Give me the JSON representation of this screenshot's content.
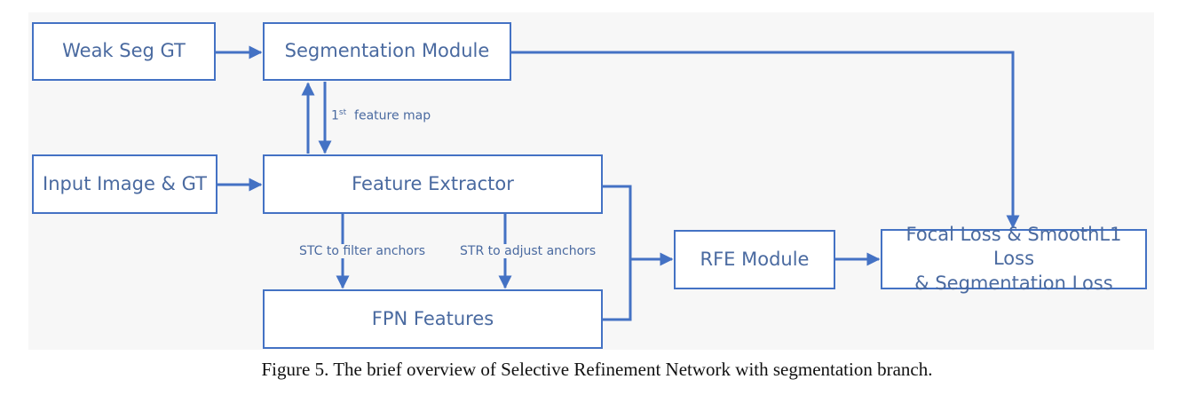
{
  "nodes": {
    "weak_seg_gt": "Weak Seg GT",
    "segmentation_module": "Segmentation Module",
    "input_image_gt": "Input Image & GT",
    "feature_extractor": "Feature Extractor",
    "fpn_features": "FPN Features",
    "rfe_module": "RFE Module",
    "loss_line1": "Focal Loss & SmoothL1 Loss",
    "loss_line2": "& Segmentation Loss"
  },
  "edge_labels": {
    "feature_map_num": "1",
    "feature_map_sup": "st",
    "feature_map_text": "feature map",
    "stc": "STC to  filter anchors",
    "str": "STR to  adjust anchors"
  },
  "caption": "Figure 5. The brief overview of Selective Refinement Network with segmentation branch.",
  "colors": {
    "stroke": "#4472c4",
    "text": "#4a6aa0",
    "background": "#f7f7f7"
  }
}
